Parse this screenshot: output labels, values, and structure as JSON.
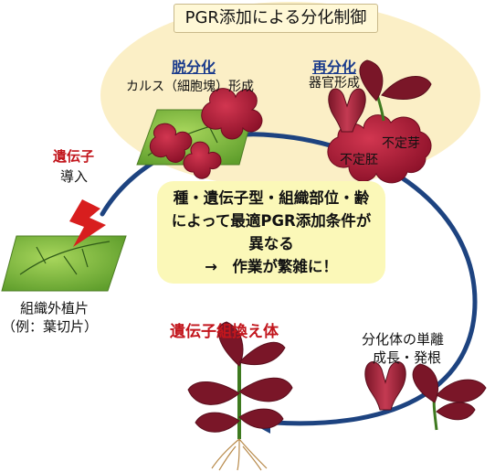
{
  "title": "PGR添加による分化制御",
  "dedifferentiation": {
    "heading": "脱分化",
    "caption": "カルス（細胞塊）形成"
  },
  "redifferentiation": {
    "heading": "再分化",
    "caption": "器官形成",
    "bud_label": "不定芽",
    "embryo_label": "不定胚"
  },
  "gene_intro": {
    "line1": "遺伝子",
    "line2": "導入"
  },
  "explant": {
    "line1": "組織外植片",
    "line2": "（例：葉切片）"
  },
  "note": {
    "line1": "種・遺伝子型・組織部位・齢",
    "line2": "によって最適PGR添加条件が",
    "line3": "異なる",
    "line4": "→　作業が繁雑に！"
  },
  "transgenic": "遺伝子組換え体",
  "isolation": {
    "line1": "分化体の単離",
    "line2": "成長・発根"
  },
  "colors": {
    "ellipse": "#fbefc6",
    "arrow": "#1d4380",
    "callus": "#b01c38",
    "leaf": "#8fc44c",
    "red_text": "#c2161d",
    "note_bg": "#fbf8b8"
  }
}
